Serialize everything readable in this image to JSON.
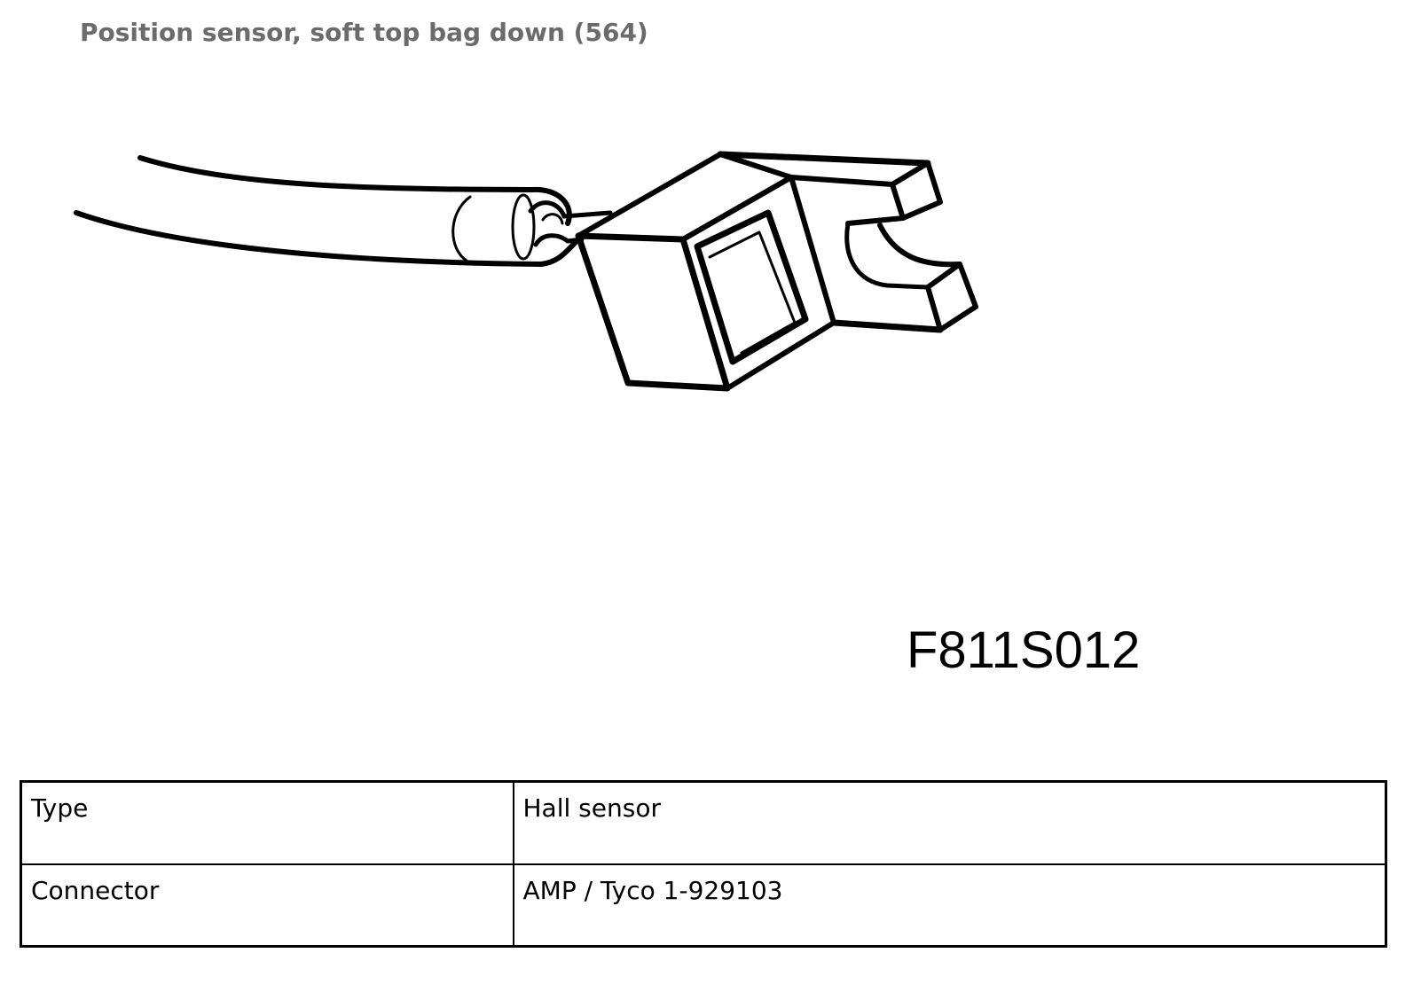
{
  "title": "Position sensor, soft top bag down (564)",
  "figure": {
    "code": "F811S012",
    "icon": "hall-sensor-drawing"
  },
  "table": {
    "rows": [
      {
        "label": "Type",
        "value": "Hall sensor"
      },
      {
        "label": "Connector",
        "value": "AMP / Tyco 1-929103"
      }
    ]
  }
}
